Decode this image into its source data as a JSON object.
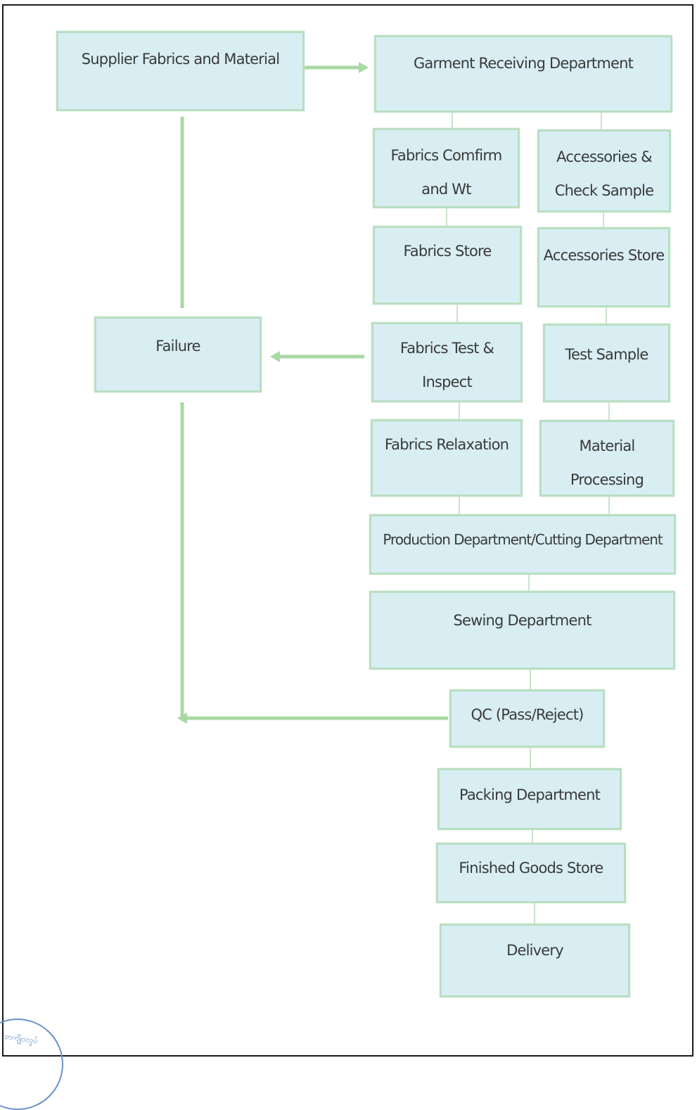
{
  "diagram": {
    "nodes": {
      "supplier": "Supplier Fabrics and Material",
      "receiving": "Garment Receiving Department",
      "fabric_confirm": "Fabrics Comfirm\nand Wt",
      "accessories_check": "Accessories &\nCheck Sample",
      "fabric_store": "Fabrics Store",
      "accessories_store": "Accessories Store",
      "failure": "Failure",
      "fabric_test": "Fabrics Test &\nInspect",
      "test_sample": "Test Sample",
      "fabric_relax": "Fabrics Relaxation",
      "material_processing": "Material\nProcessing",
      "production": "Production Department/Cutting Department",
      "sewing": "Sewing Department",
      "qc": "QC (Pass/Reject)",
      "packing": "Packing Department",
      "finished_goods": "Finished Goods Store",
      "delivery": "Delivery"
    },
    "edges": [
      [
        "supplier",
        "receiving"
      ],
      [
        "receiving",
        "fabric_confirm"
      ],
      [
        "receiving",
        "accessories_check"
      ],
      [
        "fabric_confirm",
        "fabric_store"
      ],
      [
        "accessories_check",
        "accessories_store"
      ],
      [
        "fabric_store",
        "fabric_test"
      ],
      [
        "accessories_store",
        "test_sample"
      ],
      [
        "fabric_test",
        "fabric_relax"
      ],
      [
        "test_sample",
        "material_processing"
      ],
      [
        "fabric_relax",
        "production"
      ],
      [
        "material_processing",
        "production"
      ],
      [
        "production",
        "sewing"
      ],
      [
        "sewing",
        "qc"
      ],
      [
        "qc",
        "packing"
      ],
      [
        "packing",
        "finished_goods"
      ],
      [
        "finished_goods",
        "delivery"
      ],
      [
        "supplier",
        "failure"
      ],
      [
        "fabric_test",
        "failure"
      ],
      [
        "qc",
        "failure"
      ]
    ],
    "colors": {
      "box_fill": "#d8eef3",
      "box_border": "#b9dfc2",
      "flow_arrow": "#a8d9a4",
      "connector": "#c9e3cc",
      "stamp": "#6a90c8"
    },
    "stamp_text": "တ​ကျိုဝ​လှုပ်"
  }
}
